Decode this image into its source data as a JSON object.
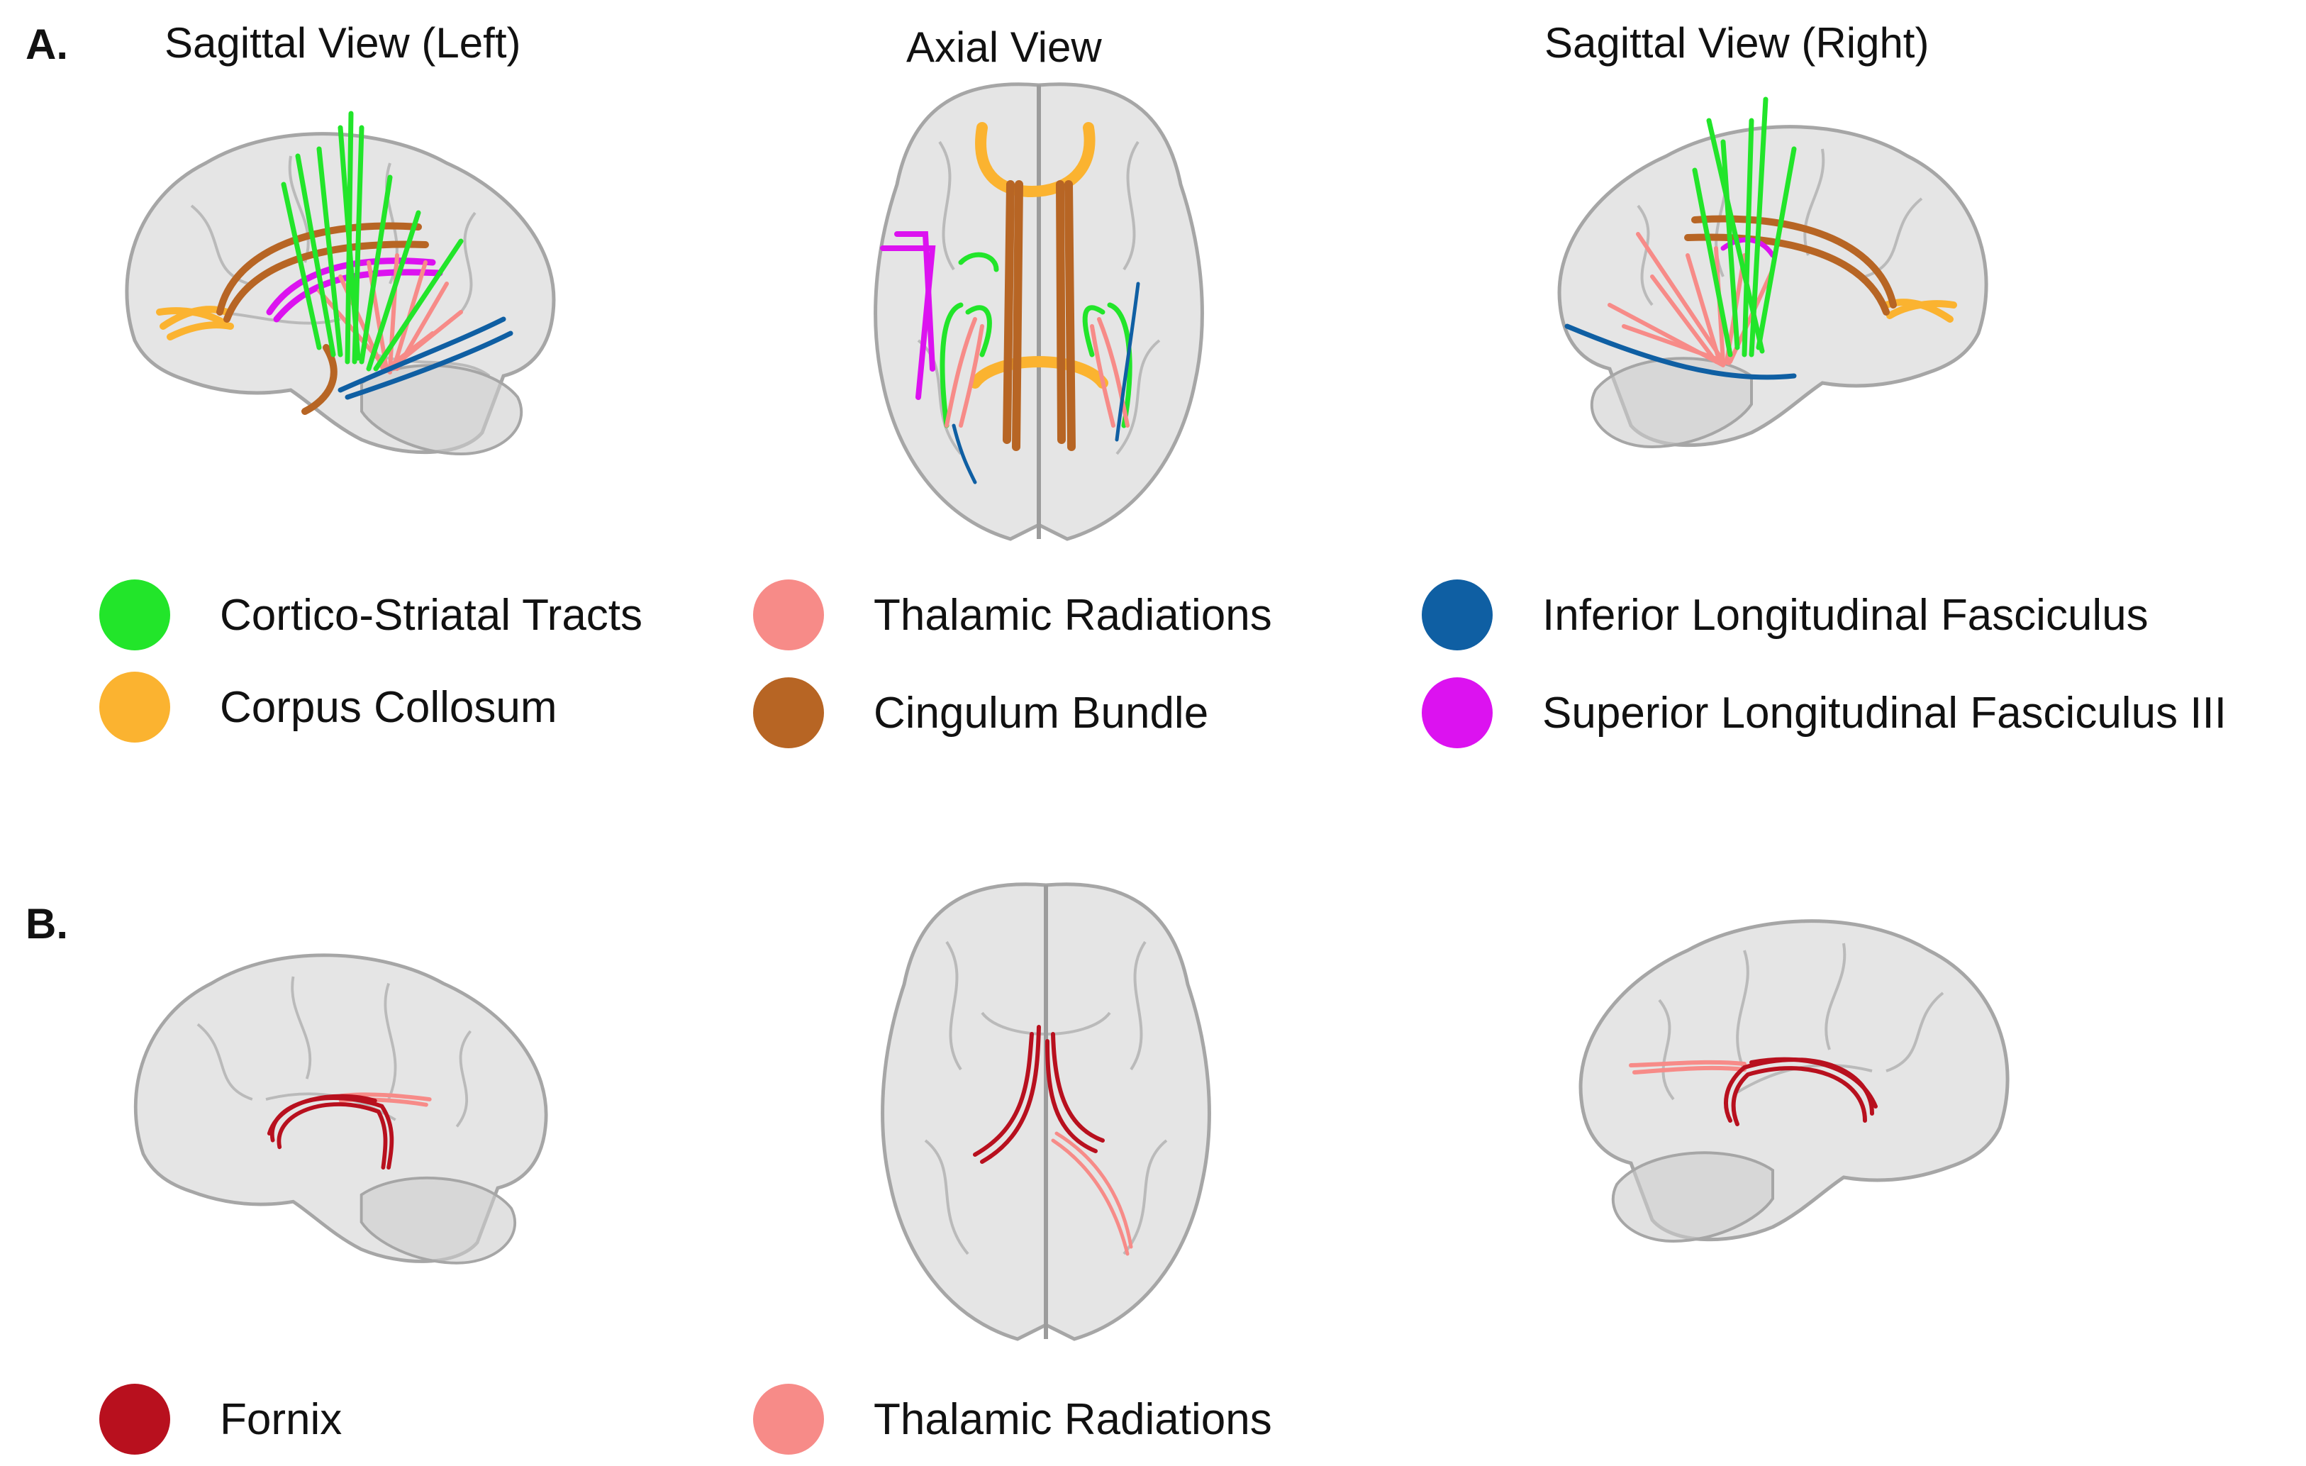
{
  "panels": {
    "a": {
      "label": "A."
    },
    "b": {
      "label": "B."
    }
  },
  "views": {
    "left": "Sagittal View (Left)",
    "axial": "Axial View",
    "right": "Sagittal View (Right)"
  },
  "legend_a": [
    {
      "label": "Cortico-Striatal Tracts",
      "color": "#22e52a"
    },
    {
      "label": "Thalamic Radiations",
      "color": "#f78b88"
    },
    {
      "label": "Inferior Longitudinal Fasciculus",
      "color": "#0f5fa3"
    },
    {
      "label": "Corpus Collosum",
      "color": "#fbb330"
    },
    {
      "label": "Cingulum Bundle",
      "color": "#b76524"
    },
    {
      "label": "Superior Longitudinal Fasciculus III",
      "color": "#dc12f0"
    }
  ],
  "legend_b": [
    {
      "label": "Fornix",
      "color": "#b8101e"
    },
    {
      "label": "Thalamic Radiations",
      "color": "#f78b88"
    }
  ],
  "brain_colors": {
    "tissue": "#c4c4c4",
    "outline": "#9a9a9a"
  }
}
